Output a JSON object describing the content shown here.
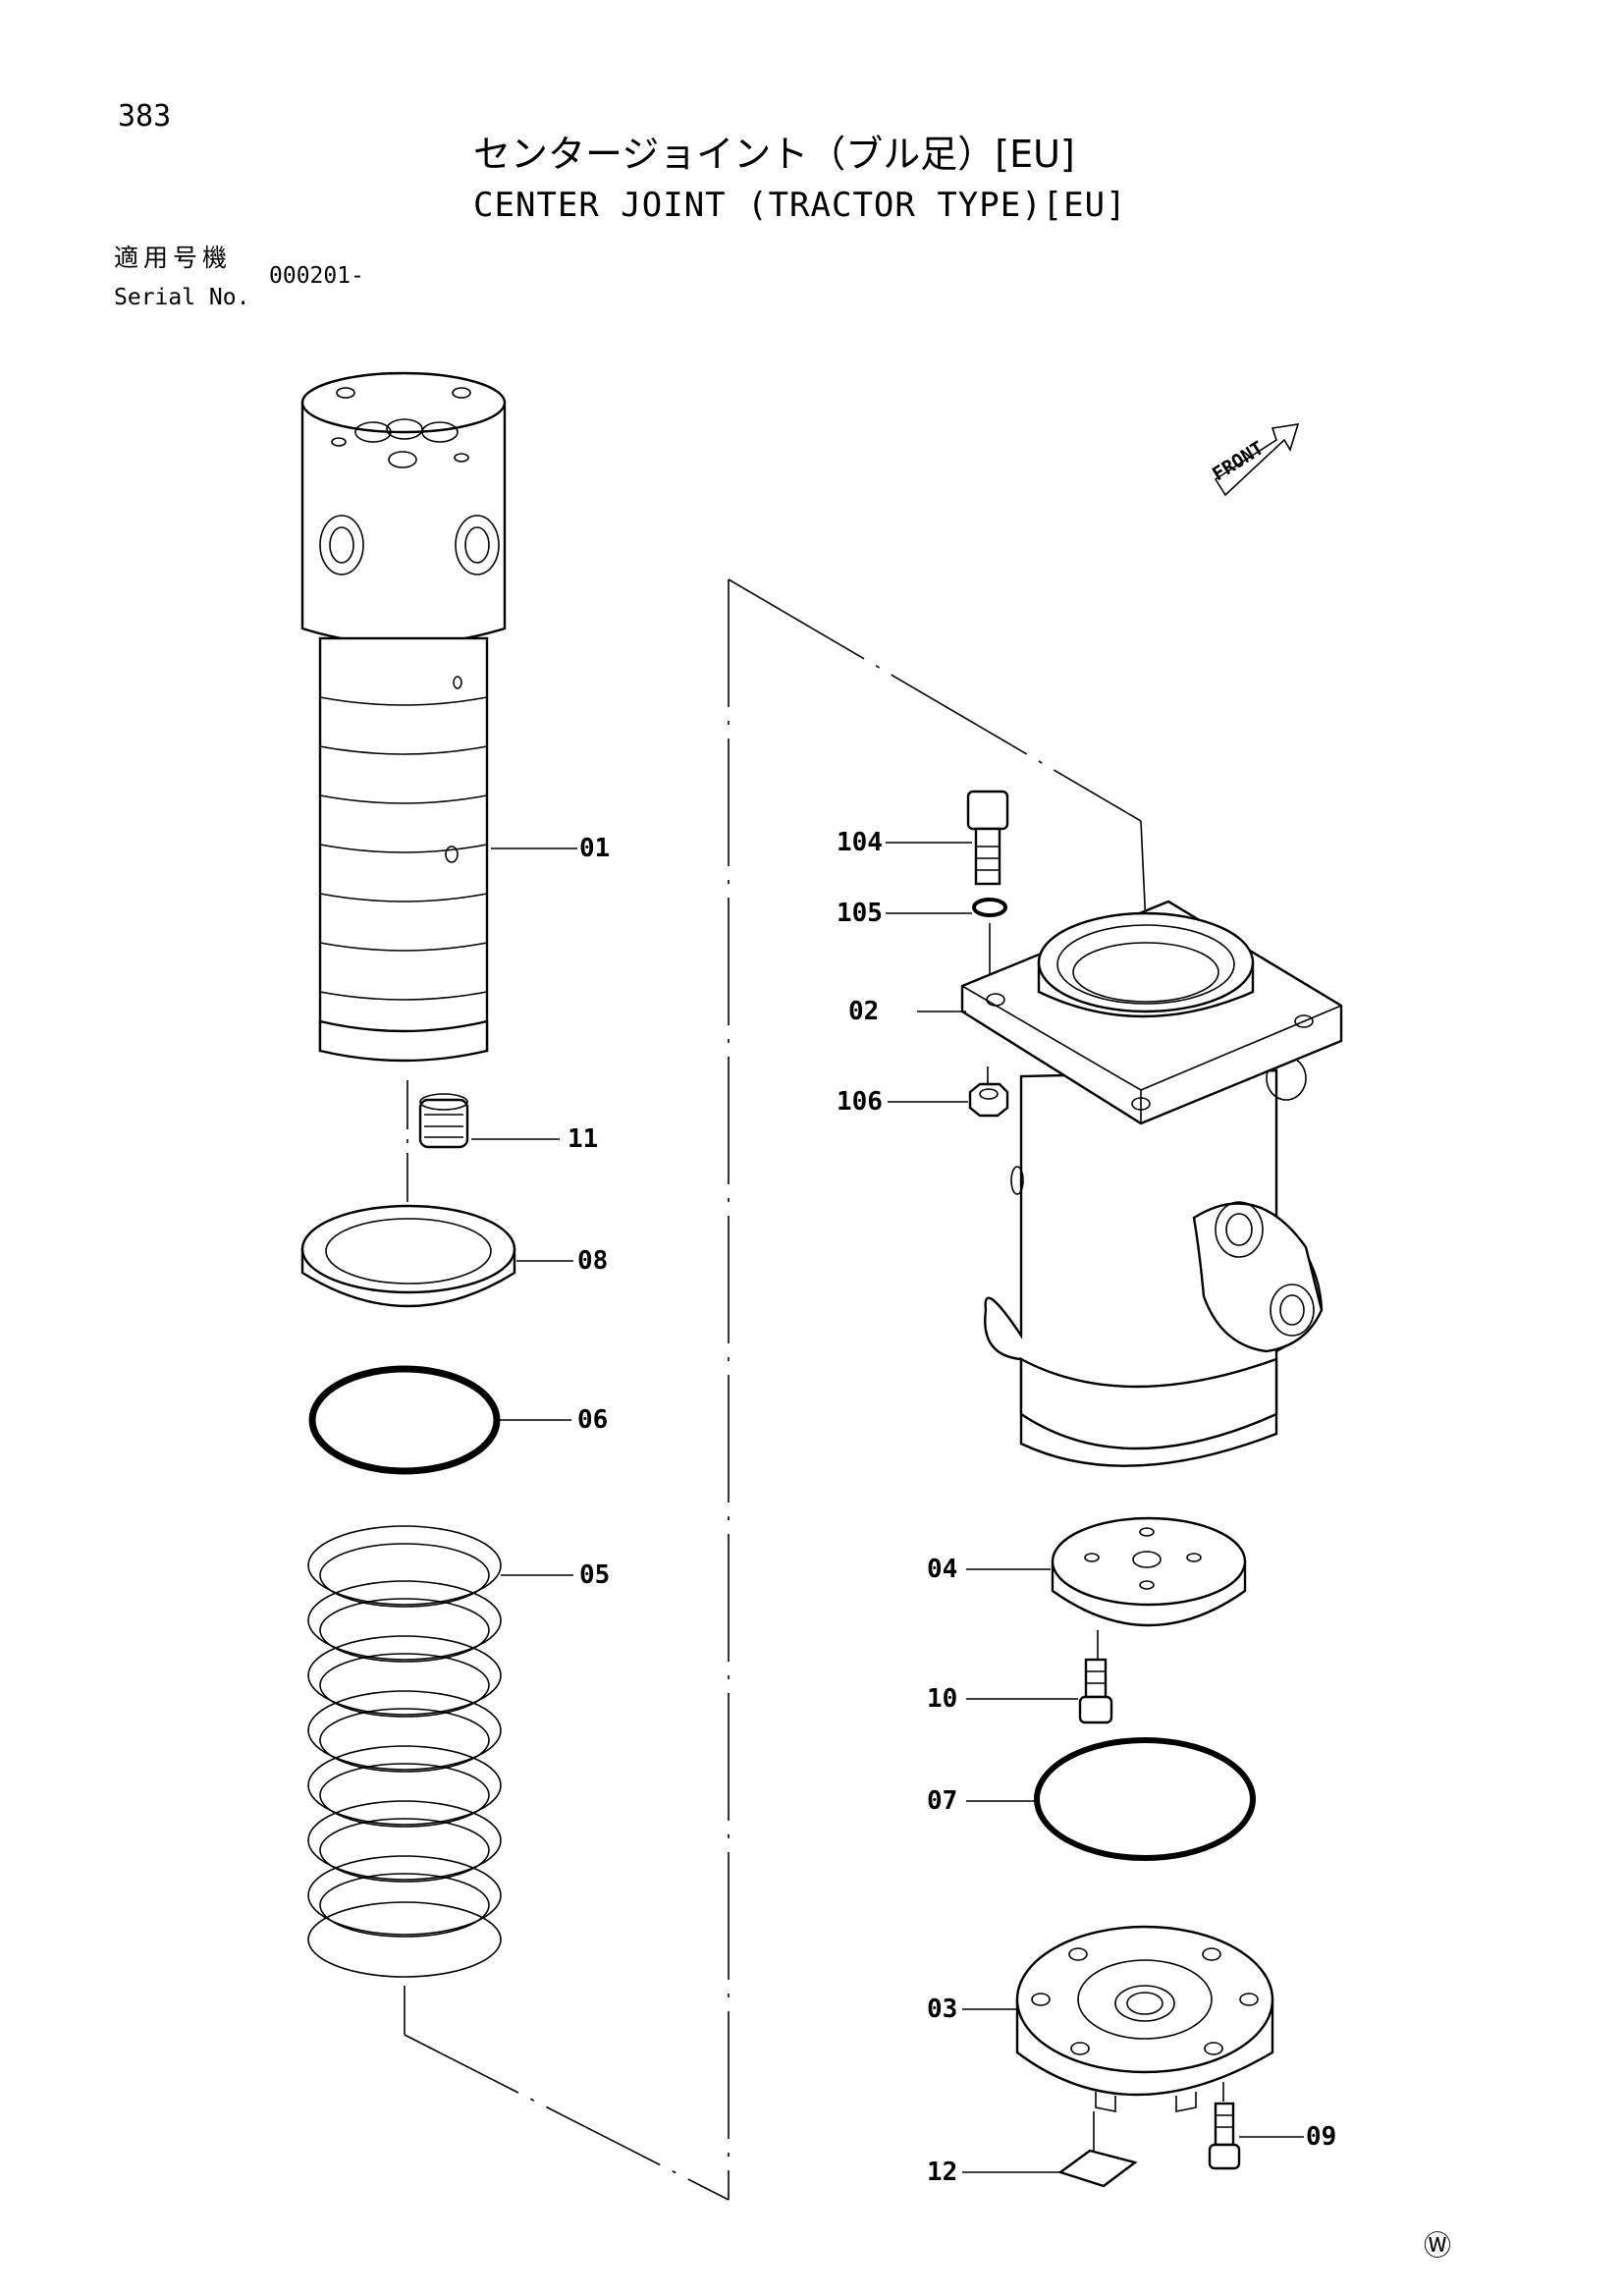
{
  "page_number": "383",
  "title_jp": "センタージョイント（ブル足）[EU]",
  "title_en": "CENTER JOINT (TRACTOR TYPE)[EU]",
  "serial": {
    "label_jp": "適用号機",
    "label_en": "Serial No.",
    "value": "000201-"
  },
  "front_marker": "FRONT",
  "corner_mark": "Ⓦ",
  "callouts": {
    "p01": "01",
    "p02": "02",
    "p03": "03",
    "p04": "04",
    "p05": "05",
    "p06": "06",
    "p07": "07",
    "p08": "08",
    "p09": "09",
    "p10": "10",
    "p11": "11",
    "p12": "12",
    "p104": "104",
    "p105": "105",
    "p106": "106"
  }
}
